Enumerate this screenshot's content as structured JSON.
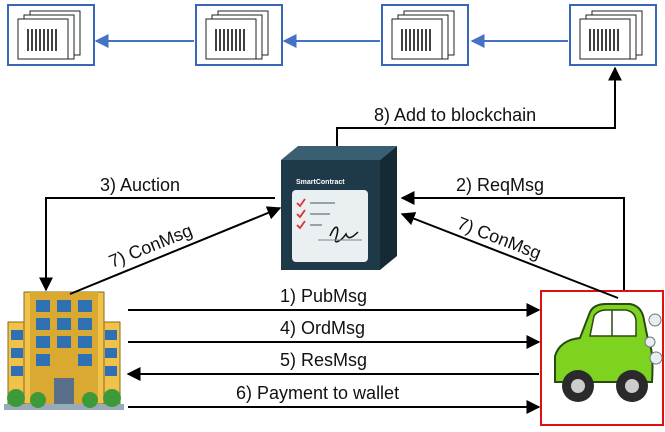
{
  "blocks": [
    "block",
    "block",
    "block",
    "block"
  ],
  "smart_contract": {
    "label": "SmartContract"
  },
  "labels": {
    "add_to_blockchain": "8) Add to blockchain",
    "auction": "3) Auction",
    "req_msg": "2) ReqMsg",
    "con_msg_left": "7) ConMsg",
    "con_msg_right": "7) ConMsg",
    "pub_msg": "1) PubMsg",
    "ord_msg": "4) OrdMsg",
    "res_msg": "5) ResMsg",
    "payment": "6) Payment to wallet"
  },
  "colors": {
    "block_border": "#3a66b8",
    "chain_arrow": "#4472c4",
    "car_body": "#7ed321",
    "car_border": "#e01010",
    "contract_box": "#1e3a48"
  },
  "icons": [
    "stacked-document-block-icon",
    "smart-contract-cube-icon",
    "office-building-icon",
    "electric-car-icon"
  ]
}
